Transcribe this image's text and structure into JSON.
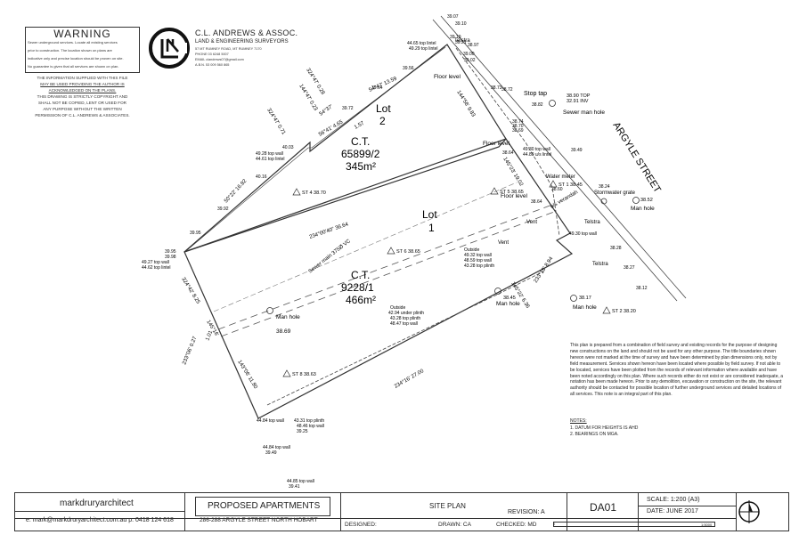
{
  "warning": {
    "title": "WARNING",
    "lines": [
      "Sewer underground services. Locate all existing services",
      "prior to construction. The location shown on plans are",
      "indicative only and precise location should be proven on site.",
      "No guarantee is given that all services are shown on plan."
    ]
  },
  "info_lines": [
    "THE INFORMATION SUPPLIED WITH THIS FILE",
    "MAY BE USED PROVIDING THE AUTHOR IS",
    "ACKNOWLEDGED ON THE PLANS.",
    "THIS DRAWING IS STRICTLY COPYRIGHT AND",
    "SHALL NOT BE COPIED, LENT OR USED FOR",
    "ANY PURPOSE WITHOUT THE WRITTEN",
    "PERMISSION OF C.L. ANDREWS & ASSOCIATES."
  ],
  "firm": {
    "name": "C.L. ANDREWS & ASSOC.",
    "subtitle": "LAND & ENGINEERING SURVEYORS",
    "address": "57 MT RUMNEY ROAD, MT RUMNEY 7170",
    "phone": "PHONE  03 6248 5007",
    "email": "EMAIL  clandrews07@gmail.com",
    "abn": "A.B.N. 53 009 560 865"
  },
  "plan": {
    "street": "ARGYLE STREET",
    "lot2": {
      "lot": "Lot",
      "num": "2",
      "ct": "C.T.",
      "ct_num": "65899/2",
      "area": "345m²"
    },
    "lot1": {
      "lot": "Lot",
      "num": "1",
      "ct": "C.T.",
      "ct_num": "9228/1",
      "area": "466m²"
    },
    "bearings": {
      "b1": "54°47' 13.59",
      "b2": "324°47' 0.28",
      "b3": "144°47' 0.23",
      "b4": "54°37'",
      "b5": "56°41' 4.65",
      "b6": "1.57",
      "b7": "324°47' 0.71",
      "b8": "50°22' 16.92",
      "b9": "144°56' 9.83",
      "b10": "234°00'40\" 36.64",
      "b11": "324°42' 8.25",
      "b12": "145°16'",
      "b13": "233°06' 0.27",
      "b14": "1.01",
      "b15": "143°06' 11.80",
      "b16": "234°16' 27.00",
      "b17": "145°23' 19.02",
      "b18": "233°18' 8.94",
      "b19": "145°22' 6.36"
    },
    "sewer_main": "Sewer main 375Ø VC",
    "floor_levels": [
      "Floor level",
      "Floor level",
      "Floor level"
    ],
    "stop_tap": "Stop tap",
    "telstra": [
      "Telstra",
      "Telstra",
      "Telstra"
    ],
    "water_meter": "Water meter",
    "stormwater_grate": "Stormwater grate",
    "verandah": "u/s verandah",
    "vent": [
      "Vent",
      "Vent"
    ],
    "manholes": [
      {
        "label": "Sewer man hole",
        "rl": "38.90 TOP",
        "inv": "32.91 INV"
      },
      {
        "label": "Man hole",
        "rl": "38.52"
      },
      {
        "label": "Man hole",
        "rl": "38.17"
      },
      {
        "label": "Man hole",
        "rl": "38.69"
      },
      {
        "label": "Man hole",
        "rl": "38.45"
      }
    ],
    "stations": [
      "ST 1 38.45",
      "ST 2 38.20",
      "ST 4 38.70",
      "ST 5 38.65",
      "ST 6 38.65",
      "ST 8 38.63"
    ],
    "levels": {
      "lintel1": "44.65 top lintel",
      "lintel2": "49.29 top lintel",
      "wall1": "49.28 top wall",
      "lintel3": "44.61 top lintel",
      "wall2": "49.27 top wall",
      "lintel4": "44.62 top lintel",
      "outside1": "Outside",
      "outside1a": "49.32 top wall",
      "outside1b": "48.59 top wall",
      "outside1c": "43.28 top plinth",
      "outside2": "Outside",
      "outside2a": "42.94 under plinth",
      "outside2b": "43.28 top plinth",
      "outside2c": "48.47 top wall",
      "wall3": "44.84 top wall",
      "wall4": "43.31 top plinth",
      "wall5": "48.46 top wall",
      "wall6": "39.25",
      "wall7": "44.84 top wall",
      "wall8": "39.49",
      "wall9": "44.85 top wall",
      "wall10": "39.41",
      "w1": "49.30 top wall",
      "w2": "44.89 u/s lintel",
      "w3": "49.30 top wall",
      "w4": "39.49",
      "w5": "38.60",
      "w6": "38.24"
    },
    "spot_heights": [
      "39.07",
      "39.10",
      "39.19",
      "39.21",
      "38.97",
      "39.00",
      "39.02",
      "39.56",
      "39.64",
      "39.72",
      "40.03",
      "40.16",
      "39.92",
      "39.95",
      "39.95",
      "39.98",
      "38.73",
      "38.72",
      "38.82",
      "38.74",
      "38.70",
      "38.69",
      "38.64",
      "38.64",
      "38.27",
      "38.12",
      "38.28"
    ]
  },
  "notes_paragraph": "This plan is prepared from a combination of field survey and existing records for the purpose of designing new constructions on the land and should not be used for any other purpose. The title boundaries shown hereon were not marked at the time of survey and have been determined by plan dimensions only, not by field measurement. Services shown hereon have been located where possible by field survey. If not able to be located, services have been plotted from the records of relevant information where available and have been noted accordingly on this plan. Where such records either do not exist or are considered inadequate, a notation has been made hereon. Prior to any demolition, excavation or construction on the site, the relevant authority should be contacted for possible location of further underground services and detailed locations of all services. This note is an integral part of this plan.",
  "notes": {
    "heading": "NOTES:",
    "items": [
      "1. DATUM FOR HEIGHTS IS AHD",
      "2. BEARINGS ON MGA."
    ]
  },
  "title_block": {
    "architect": "markdruryarchitect",
    "contact": "e: mark@markdruryarchitect.com.au   p: 0418 124 618",
    "project": "PROPOSED APARTMENTS",
    "address": "286-288 ARGYLE STREET NORTH HOBART",
    "designed": "DESIGNED:",
    "drawn": "DRAWN: CA",
    "checked": "CHECKED: MD",
    "sheet": "SITE PLAN",
    "revision": "REVISION: A",
    "dwg": "DA01",
    "scale": "SCALE:   1:200  (A3)",
    "date": "DATE:   JUNE 2017",
    "scale_bar_start": "0",
    "scale_bar_end": "1:5000"
  }
}
